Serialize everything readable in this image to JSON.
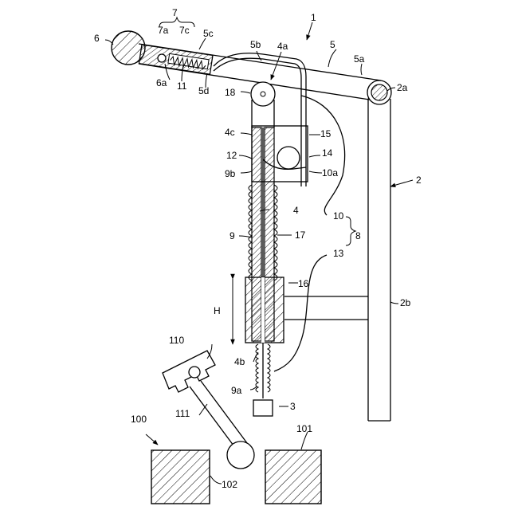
{
  "figure": {
    "labels": {
      "l1": "1",
      "l2": "2",
      "l2a": "2a",
      "l2b": "2b",
      "l3": "3",
      "l4": "4",
      "l4a": "4a",
      "l4b": "4b",
      "l4c": "4c",
      "l5": "5",
      "l5a": "5a",
      "l5b": "5b",
      "l5c": "5c",
      "l5d": "5d",
      "l6": "6",
      "l6a": "6a",
      "l7": "7",
      "l7a": "7a",
      "l7c": "7c",
      "l8": "8",
      "l9": "9",
      "l9a": "9a",
      "l9b": "9b",
      "l10": "10",
      "l10a": "10a",
      "l11": "11",
      "l12": "12",
      "l13": "13",
      "l14": "14",
      "l15": "15",
      "l16": "16",
      "l17": "17",
      "l18": "18",
      "lH": "H",
      "l100": "100",
      "l101": "101",
      "l102": "102",
      "l110": "110",
      "l111": "111"
    }
  }
}
